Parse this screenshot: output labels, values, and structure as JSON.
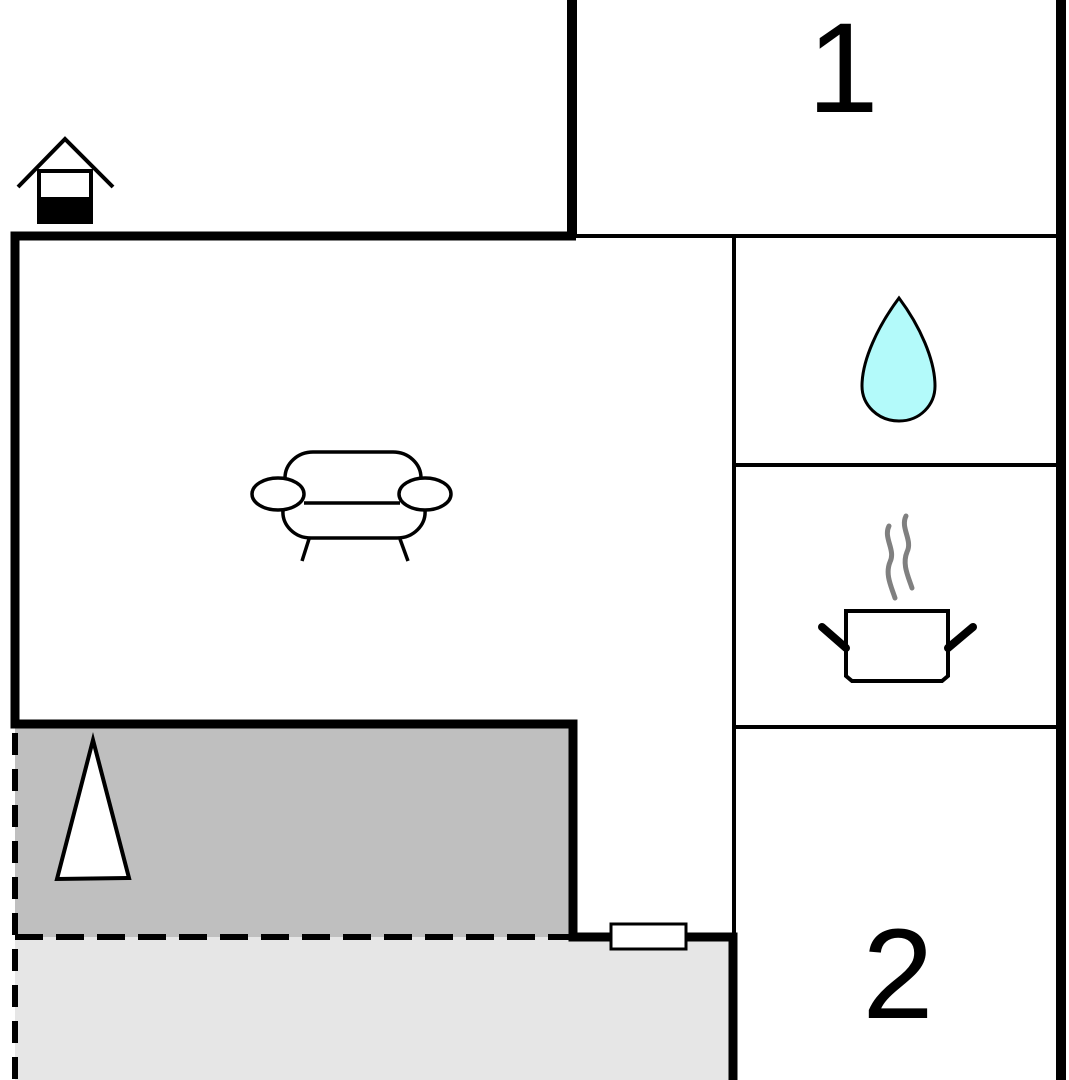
{
  "floor_plan": {
    "rooms": [
      {
        "id": "bedroom-1",
        "number": "1"
      },
      {
        "id": "bedroom-2",
        "number": "2"
      }
    ],
    "icons": {
      "living_room": "sofa-icon",
      "bathroom": "water-drop-icon",
      "kitchen": "cooking-pot-icon",
      "house_marker": "house-icon",
      "terrace": "triangle-marker-icon",
      "window": "window-icon"
    },
    "colors": {
      "walls": "#000000",
      "background": "#ffffff",
      "covered_terrace": "#bfbfbf",
      "open_terrace": "#e6e6e6",
      "water": "#b3fafa",
      "steam": "#808080"
    }
  }
}
